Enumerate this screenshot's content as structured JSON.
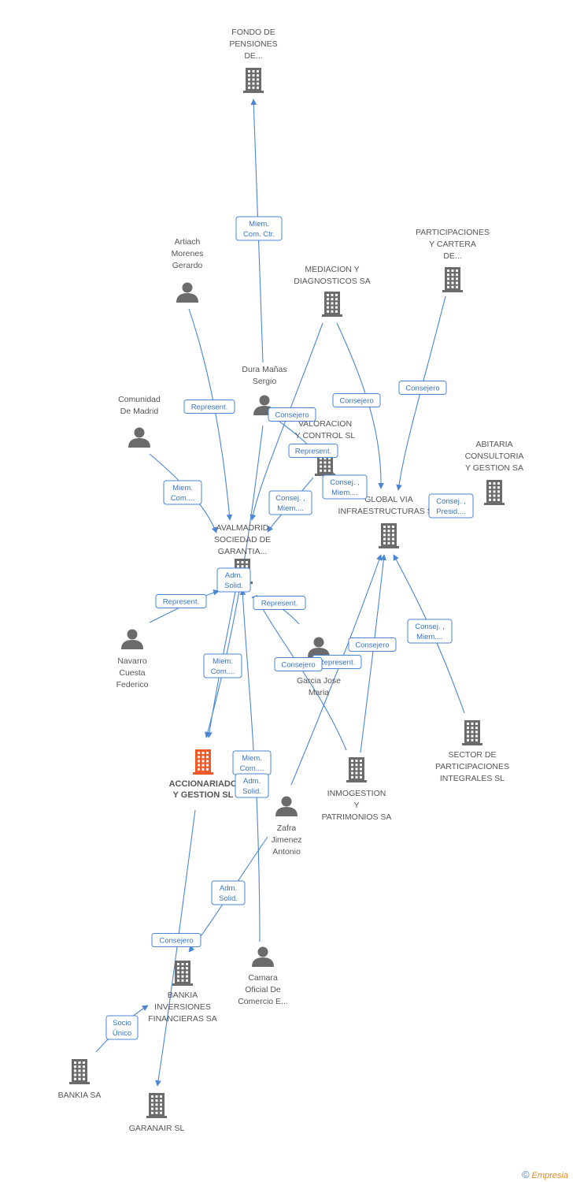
{
  "colors": {
    "edge": "#4a86d4",
    "building": "#6b6b6b",
    "highlight": "#f05a28",
    "person": "#6b6b6b"
  },
  "nodes": [
    {
      "id": "fondo",
      "type": "company",
      "label": [
        "FONDO DE",
        "PENSIONES",
        "DE..."
      ]
    },
    {
      "id": "artiach",
      "type": "person",
      "label": [
        "Artiach",
        "Morenes",
        "Gerardo"
      ]
    },
    {
      "id": "mediacion",
      "type": "company",
      "label": [
        "MEDIACION Y",
        "DIAGNOSTICOS SA"
      ]
    },
    {
      "id": "participaciones",
      "type": "company",
      "label": [
        "PARTICIPACIONES",
        "Y CARTERA",
        "DE..."
      ]
    },
    {
      "id": "dura",
      "type": "person",
      "label": [
        "Dura Mañas",
        "Sergio"
      ]
    },
    {
      "id": "comunidad",
      "type": "person",
      "label": [
        "Comunidad",
        "De Madrid"
      ]
    },
    {
      "id": "valoracion",
      "type": "company",
      "label": [
        "VALORACION",
        "Y CONTROL SL"
      ]
    },
    {
      "id": "abitaria",
      "type": "company",
      "label": [
        "ABITARIA",
        "CONSULTORIA",
        "Y GESTION SA"
      ]
    },
    {
      "id": "globalvia",
      "type": "company",
      "label": [
        "GLOBAL VIA",
        "INFRAESTRUCTURAS S..."
      ]
    },
    {
      "id": "avalmadrid",
      "type": "company",
      "label": [
        "AVALMADRID",
        "SOCIEDAD DE",
        "GARANTIA..."
      ]
    },
    {
      "id": "navarro",
      "type": "person",
      "label": [
        "Navarro",
        "Cuesta",
        "Federico"
      ]
    },
    {
      "id": "garcia",
      "type": "person",
      "label": [
        "Garcia Jose",
        "Maria"
      ]
    },
    {
      "id": "sector",
      "type": "company",
      "label": [
        "SECTOR DE",
        "PARTICIPACIONES",
        "INTEGRALES SL"
      ]
    },
    {
      "id": "accionariado",
      "type": "main",
      "label": [
        "ACCIONARIADO",
        "Y GESTION SL"
      ]
    },
    {
      "id": "inmogestion",
      "type": "company",
      "label": [
        "INMOGESTION",
        "Y",
        "PATRIMONIOS SA"
      ]
    },
    {
      "id": "zafra",
      "type": "person",
      "label": [
        "Zafra",
        "Jimenez",
        "Antonio"
      ]
    },
    {
      "id": "bankiainv",
      "type": "company",
      "label": [
        "BANKIA",
        "INVERSIONES",
        "FINANCIERAS SA"
      ]
    },
    {
      "id": "camara",
      "type": "person",
      "label": [
        "Camara",
        "Oficial De",
        "Comercio E..."
      ]
    },
    {
      "id": "bankia",
      "type": "company",
      "label": [
        "BANKIA SA"
      ]
    },
    {
      "id": "garanair",
      "type": "company",
      "label": [
        "GARANAIR SL"
      ]
    }
  ],
  "badges": [
    {
      "id": "b1",
      "label": [
        "Miem.",
        "Com. Ctr."
      ]
    },
    {
      "id": "b2",
      "label": [
        "Represent."
      ]
    },
    {
      "id": "b3",
      "label": [
        "Consejero"
      ]
    },
    {
      "id": "b4",
      "label": [
        "Consejero"
      ]
    },
    {
      "id": "b5",
      "label": [
        "Consejero"
      ]
    },
    {
      "id": "b6",
      "label": [
        "Represent."
      ]
    },
    {
      "id": "b7",
      "label": [
        "Miem.",
        "Com...."
      ]
    },
    {
      "id": "b8",
      "label": [
        "Consej. ,",
        "Miem...."
      ]
    },
    {
      "id": "b9",
      "label": [
        "Consej. ,",
        "Miem...."
      ]
    },
    {
      "id": "b10",
      "label": [
        "Consej. ,",
        "Presid...."
      ]
    },
    {
      "id": "b11",
      "label": [
        "Adm.",
        "Solid."
      ]
    },
    {
      "id": "b12",
      "label": [
        "Represent."
      ]
    },
    {
      "id": "b13",
      "label": [
        "Represent."
      ]
    },
    {
      "id": "b14",
      "label": [
        "Consej. ,",
        "Miem...."
      ]
    },
    {
      "id": "b15",
      "label": [
        "Consejero"
      ]
    },
    {
      "id": "b16",
      "label": [
        "Represent."
      ]
    },
    {
      "id": "b17",
      "label": [
        "Consejero"
      ]
    },
    {
      "id": "b18",
      "label": [
        "Miem.",
        "Com...."
      ]
    },
    {
      "id": "b19",
      "label": [
        "Miem.",
        "Com...."
      ]
    },
    {
      "id": "b20",
      "label": [
        "Adm.",
        "Solid."
      ]
    },
    {
      "id": "b21",
      "label": [
        "Adm.",
        "Solid."
      ]
    },
    {
      "id": "b22",
      "label": [
        "Consejero"
      ]
    },
    {
      "id": "b23",
      "label": [
        "Socio",
        "Único"
      ]
    }
  ],
  "footer": {
    "symbol": "©",
    "brand": "Empresia"
  }
}
